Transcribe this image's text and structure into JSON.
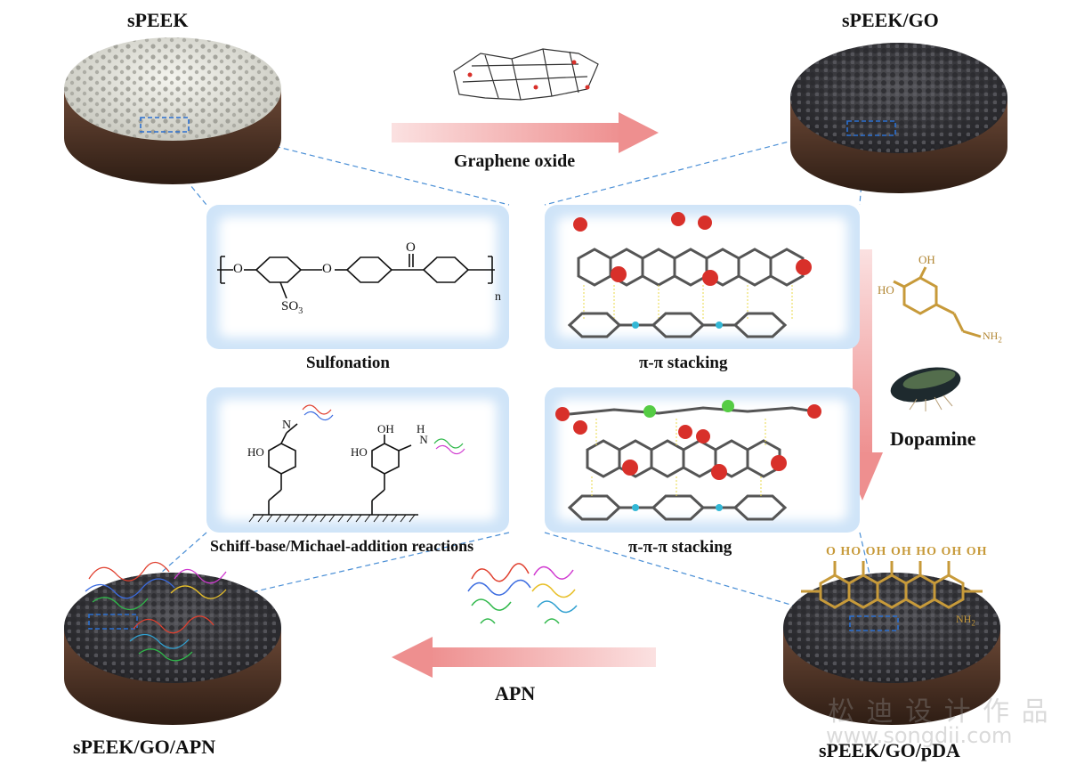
{
  "samples": {
    "speek": "sPEEK",
    "speek_go": "sPEEK/GO",
    "speek_go_pda": "sPEEK/GO/pDA",
    "speek_go_apn": "sPEEK/GO/APN"
  },
  "steps": {
    "graphene_oxide": "Graphene oxide",
    "dopamine": "Dopamine",
    "apn": "APN"
  },
  "panels": {
    "sulfonation": "Sulfonation",
    "pi_stacking": "π-π stacking",
    "pi_pi_pi_stacking": "π-π-π stacking",
    "schiff_michael": "Schiff-base/Michael-addition reactions"
  },
  "chem": {
    "so3": "SO",
    "so3_sub": "3",
    "n_sub": "n",
    "o": "O",
    "oh": "OH",
    "ho": "HO",
    "nh2": "NH",
    "nh2_sub": "2",
    "n": "N",
    "h": "H"
  },
  "watermark": {
    "cn": "松 迪 设 计 作 品",
    "url": "www.songdii.com"
  },
  "colors": {
    "panel_border": "#8ec0ee",
    "arrow": "#f2a6a6",
    "dashed": "#4a8fd6",
    "disc_dark": "#3a3a3e",
    "disc_white": "#e9e9e2",
    "base": "#5a3a2a",
    "pda": "#c79a3a",
    "carbon": "#4a4a4a",
    "oxygen": "#d8302a",
    "nitrogen": "#33b8d6",
    "green": "#55cc44"
  },
  "icons": [
    "graphene-sheet-icon",
    "dopamine-molecule-icon",
    "mussel-icon",
    "apn-protein-icon"
  ]
}
